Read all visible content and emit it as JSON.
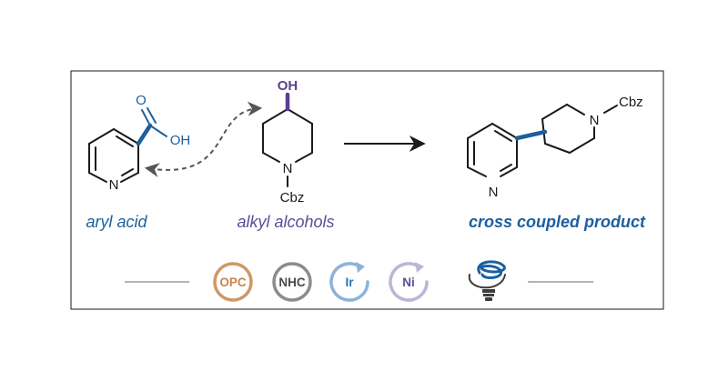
{
  "colors": {
    "black": "#1a1a1a",
    "blue": "#1d5f9e",
    "purple": "#5a3f93",
    "label_blue": "#1d5f9e",
    "label_purple": "#5b4d9a",
    "opc": "#c8864b",
    "nhc": "#8c8c8c",
    "ir": "#8db3d9",
    "ni": "#bbb6d4",
    "gray_line": "#9a9a9a"
  },
  "reactants": {
    "aryl_acid": {
      "carbonyl_o": "O",
      "hydroxyl": "OH",
      "ring_n": "N",
      "label": "aryl acid"
    },
    "alkyl_alcohol": {
      "hydroxyl": "OH",
      "ring_n": "N",
      "protecting_group": "Cbz",
      "label": "alkyl alcohols"
    }
  },
  "product": {
    "pyridine_n": "N",
    "piperidine_n": "N",
    "protecting_group": "Cbz",
    "label": "cross coupled product"
  },
  "catalysts": [
    {
      "text": "OPC",
      "color": "#c8864b",
      "style": "ring"
    },
    {
      "text": "NHC",
      "color": "#8c8c8c",
      "style": "ring"
    },
    {
      "text": "Ir",
      "color": "#8db3d9",
      "style": "cycle"
    },
    {
      "text": "Ni",
      "color": "#bbb6d4",
      "style": "cycle"
    }
  ],
  "light_icon": "cfl-lightbulb-icon"
}
